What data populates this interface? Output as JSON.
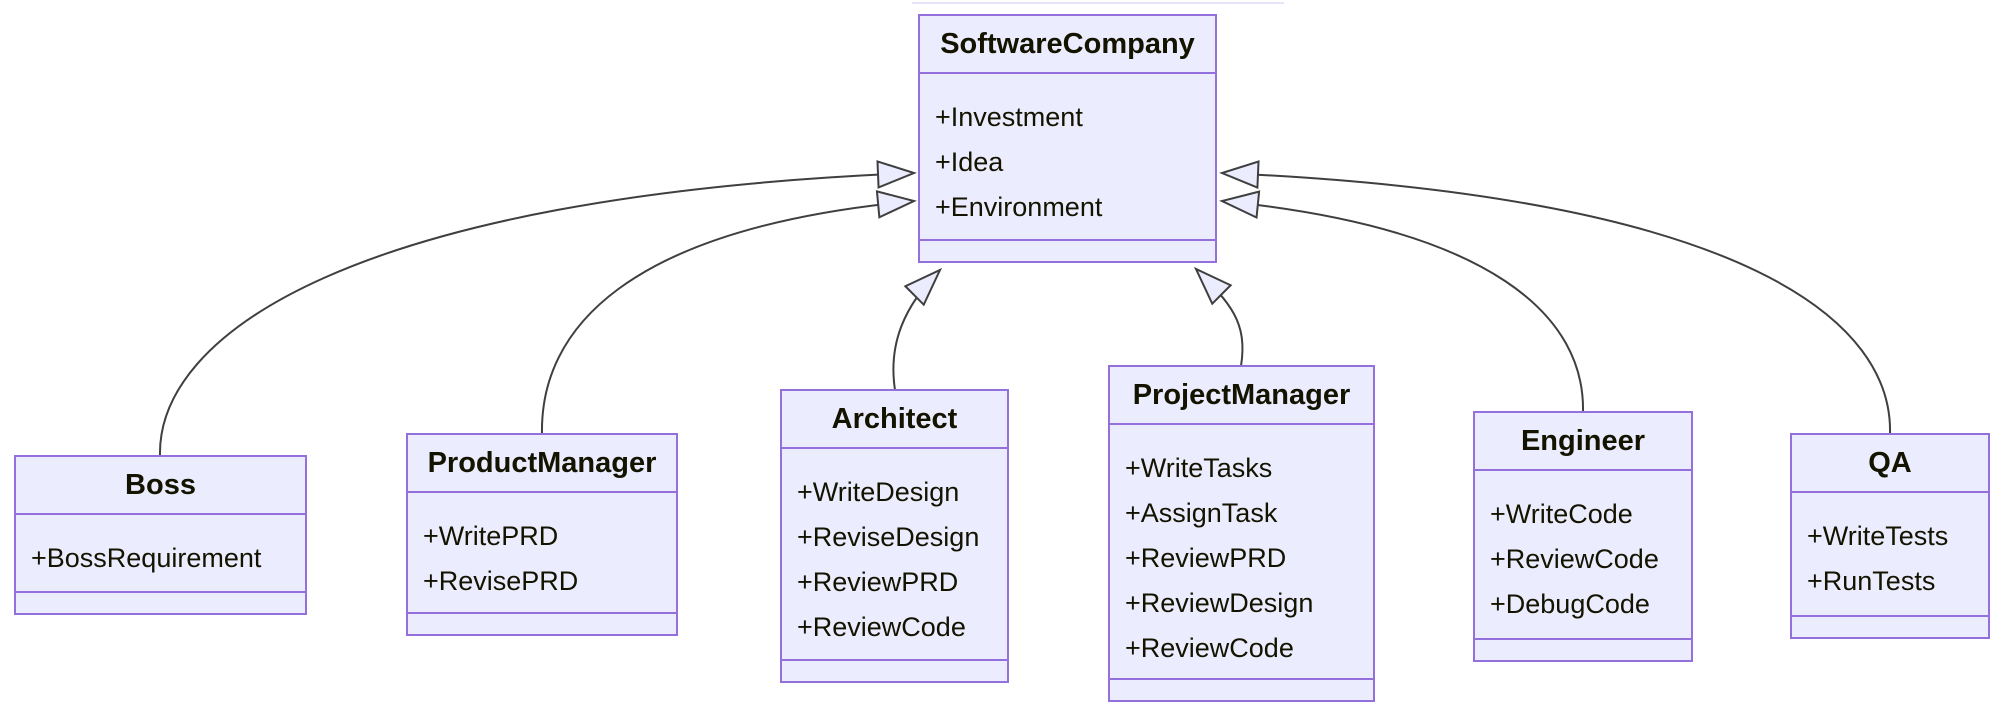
{
  "diagram": {
    "type": "uml-class-diagram",
    "colors": {
      "box_fill": "#ECECFF",
      "box_border": "#9370DB",
      "edge": "#3f3f3f",
      "text": "#131300",
      "bg": "#ffffff"
    },
    "classes": {
      "softwareCompany": {
        "name": "SoftwareCompany",
        "members": [
          "+Investment",
          "+Idea",
          "+Environment"
        ]
      },
      "boss": {
        "name": "Boss",
        "members": [
          "+BossRequirement"
        ]
      },
      "productManager": {
        "name": "ProductManager",
        "members": [
          "+WritePRD",
          "+RevisePRD"
        ]
      },
      "architect": {
        "name": "Architect",
        "members": [
          "+WriteDesign",
          "+ReviseDesign",
          "+ReviewPRD",
          "+ReviewCode"
        ]
      },
      "projectManager": {
        "name": "ProjectManager",
        "members": [
          "+WriteTasks",
          "+AssignTask",
          "+ReviewPRD",
          "+ReviewDesign",
          "+ReviewCode"
        ]
      },
      "engineer": {
        "name": "Engineer",
        "members": [
          "+WriteCode",
          "+ReviewCode",
          "+DebugCode"
        ]
      },
      "qa": {
        "name": "QA",
        "members": [
          "+WriteTests",
          "+RunTests"
        ]
      }
    },
    "relations": [
      {
        "from": "Boss",
        "to": "SoftwareCompany",
        "type": "inheritance"
      },
      {
        "from": "ProductManager",
        "to": "SoftwareCompany",
        "type": "inheritance"
      },
      {
        "from": "Architect",
        "to": "SoftwareCompany",
        "type": "inheritance"
      },
      {
        "from": "ProjectManager",
        "to": "SoftwareCompany",
        "type": "inheritance"
      },
      {
        "from": "Engineer",
        "to": "SoftwareCompany",
        "type": "inheritance"
      },
      {
        "from": "QA",
        "to": "SoftwareCompany",
        "type": "inheritance"
      }
    ]
  }
}
